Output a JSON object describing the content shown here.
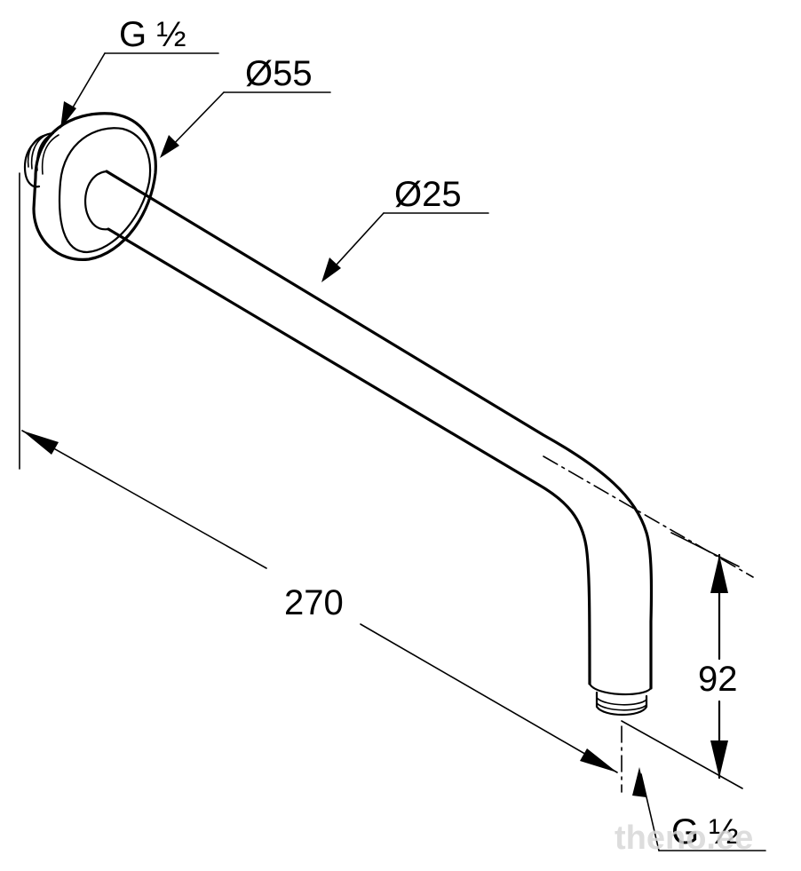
{
  "labels": {
    "thread_top": "G ½",
    "flange_diameter": "Ø55",
    "pipe_diameter": "Ø25",
    "length": "270",
    "drop": "92",
    "thread_bottom": "G ½"
  },
  "watermark": "theno.ee",
  "colors": {
    "line": "#000000",
    "background": "#ffffff",
    "watermark": "#d8d8d8"
  }
}
